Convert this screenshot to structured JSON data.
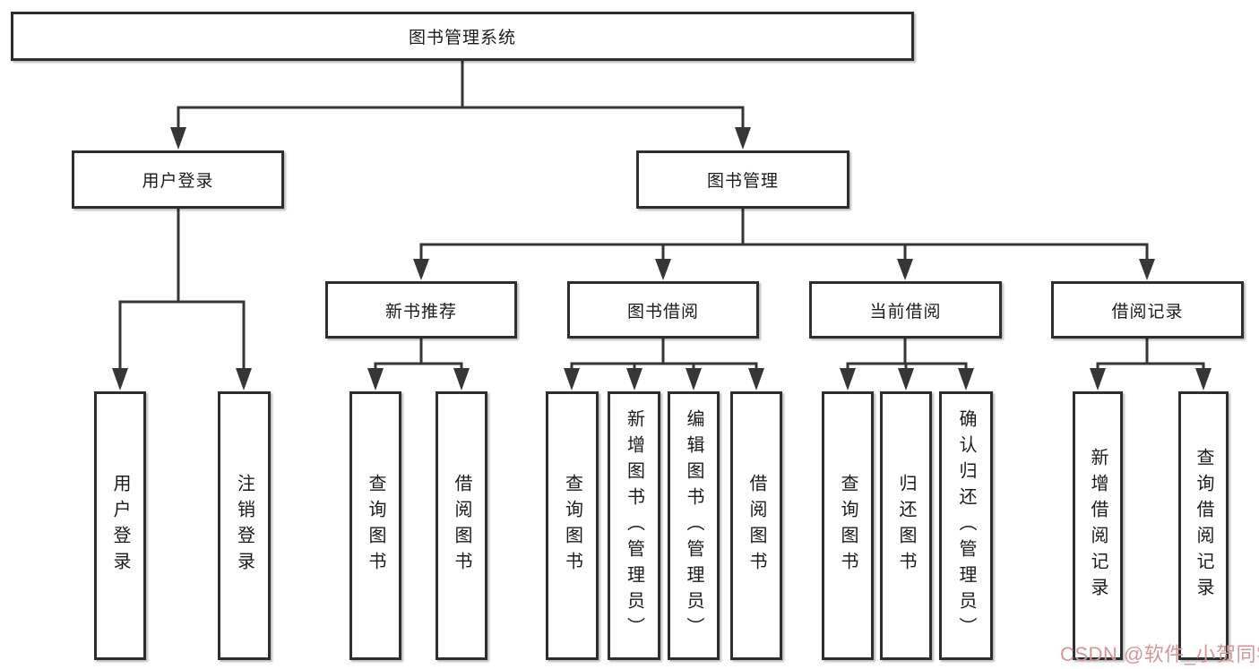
{
  "diagram_type": "hierarchy-tree",
  "colors": {
    "box_border": "#2e2e2e",
    "connector": "#363636",
    "box_fill": "#ffffff",
    "text": "#1b1b1b",
    "watermark": "#d49795",
    "background": "#ffffff"
  },
  "tree": {
    "root": {
      "label": "图书管理系统",
      "children": [
        {
          "label": "用户登录",
          "children": [
            {
              "label": "用户登录"
            },
            {
              "label": "注销登录"
            }
          ]
        },
        {
          "label": "图书管理",
          "children": [
            {
              "label": "新书推荐",
              "children": [
                {
                  "label": "查询图书"
                },
                {
                  "label": "借阅图书"
                }
              ]
            },
            {
              "label": "图书借阅",
              "children": [
                {
                  "label": "查询图书"
                },
                {
                  "label": "新增图书（管理员）"
                },
                {
                  "label": "编辑图书（管理员）"
                },
                {
                  "label": "借阅图书"
                }
              ]
            },
            {
              "label": "当前借阅",
              "children": [
                {
                  "label": "查询图书"
                },
                {
                  "label": "归还图书"
                },
                {
                  "label": "确认归还（管理员）"
                }
              ]
            },
            {
              "label": "借阅记录",
              "children": [
                {
                  "label": "新增借阅记录"
                },
                {
                  "label": "查询借阅记录"
                }
              ]
            }
          ]
        }
      ]
    }
  },
  "watermark": {
    "text": "CSDN @软件_小贺同学"
  }
}
